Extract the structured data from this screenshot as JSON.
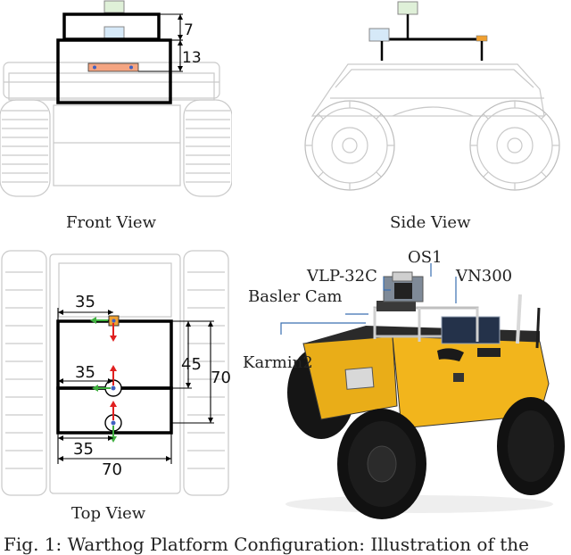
{
  "views": {
    "front": {
      "label": "Front View",
      "dims": {
        "upper": "7",
        "lower": "13"
      }
    },
    "side": {
      "label": "Side View"
    },
    "top": {
      "label": "Top View",
      "dims": {
        "offset_top": "35",
        "offset_mid": "35",
        "offset_bot": "35",
        "width": "70",
        "height_inner": "45",
        "height_outer": "70"
      }
    }
  },
  "photo_labels": {
    "os1": "OS1",
    "vlp32c": "VLP-32C",
    "vn300": "VN300",
    "basler": "Basler Cam",
    "karmin2": "Karmin2"
  },
  "caption": "Fig. 1: Warthog Platform Configuration: Illustration of the",
  "colors": {
    "frame": "#000000",
    "sensor_green": "#dff0d8",
    "sensor_blue": "#d6e9f8",
    "salmon_bar": "#f4a582",
    "gnss_orange": "#f0a030",
    "axis_red": "#e02020",
    "axis_green": "#40b040",
    "robot_yellow": "#f2b51c"
  }
}
